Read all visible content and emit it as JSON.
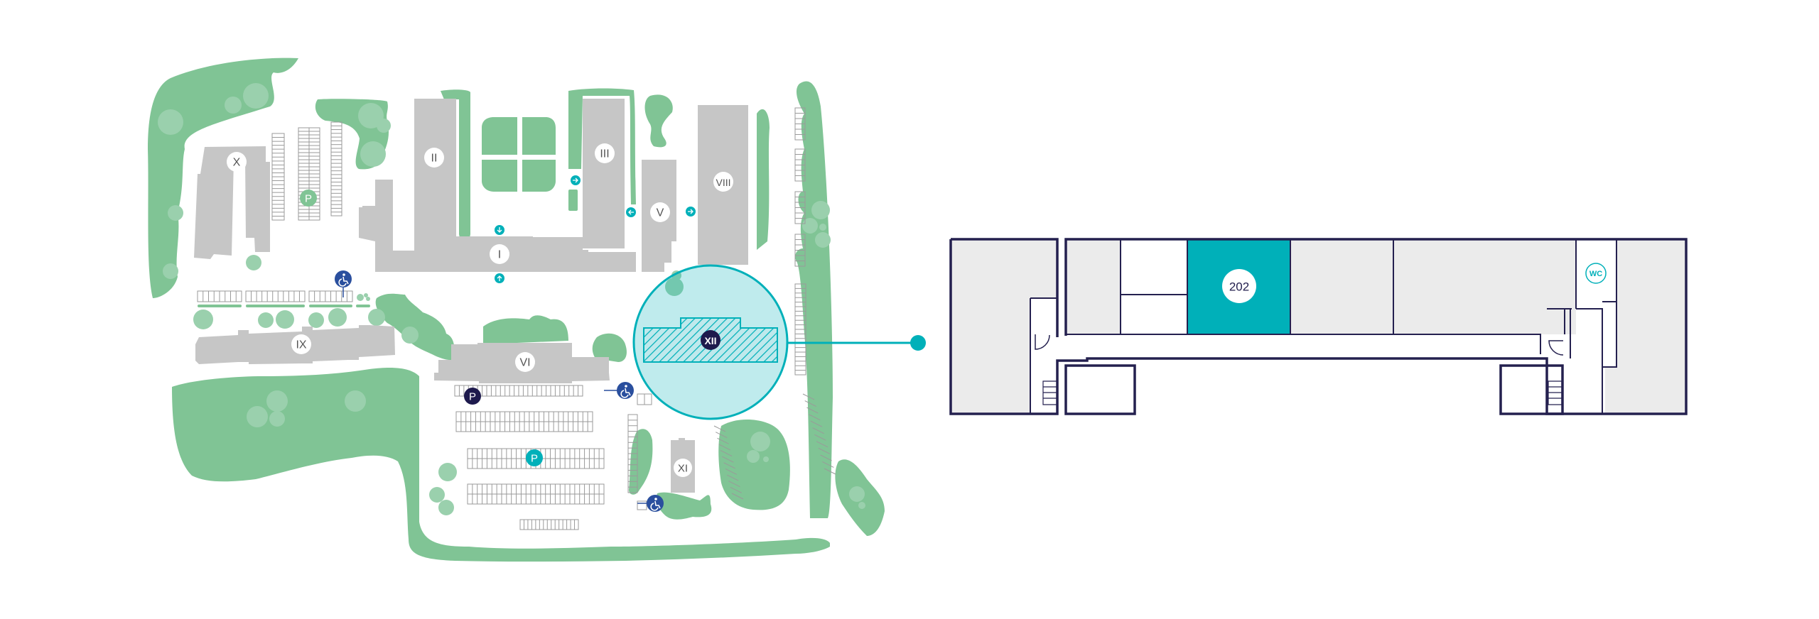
{
  "colors": {
    "grass": "#80c495",
    "tree": "#9ad0ad",
    "building": "#c6c6c6",
    "accent": "#00b0b9",
    "highlight_fill": "#bfe9ec",
    "navy": "#1e1a4d",
    "accessible": "#2a4f9e",
    "room_fill": "#ebebeb",
    "wall": "#24204f"
  },
  "campus": {
    "buildings": [
      {
        "id": "I",
        "label": "I"
      },
      {
        "id": "II",
        "label": "II"
      },
      {
        "id": "III",
        "label": "III"
      },
      {
        "id": "V",
        "label": "V"
      },
      {
        "id": "VI",
        "label": "VI"
      },
      {
        "id": "VIII",
        "label": "VIII"
      },
      {
        "id": "IX",
        "label": "IX"
      },
      {
        "id": "X",
        "label": "X"
      },
      {
        "id": "XI",
        "label": "XI"
      },
      {
        "id": "XII",
        "label": "XII",
        "selected": true
      }
    ],
    "parking": [
      {
        "label": "P",
        "style": "grass"
      },
      {
        "label": "P",
        "style": "navy"
      },
      {
        "label": "P",
        "style": "accent"
      }
    ],
    "accessible_icon": "wheelchair-icon",
    "entrance_icons": [
      "arrow-down-icon",
      "arrow-up-icon",
      "arrow-right-icon",
      "arrow-left-icon",
      "arrow-right-icon"
    ]
  },
  "floorplan": {
    "selected_room": "202",
    "wc_label": "WC"
  }
}
